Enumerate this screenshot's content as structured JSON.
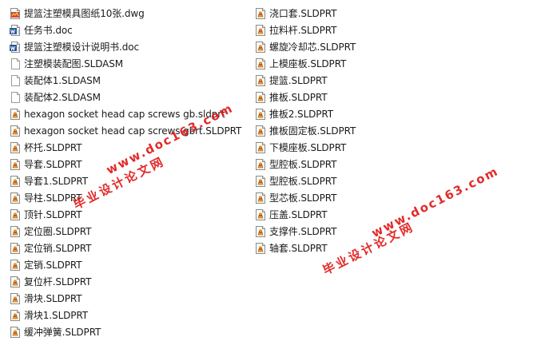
{
  "files_left": [
    {
      "name": "提篮注塑模具图纸10张.dwg",
      "icon": "dwg-file-icon"
    },
    {
      "name": "任务书.doc",
      "icon": "word-doc-icon"
    },
    {
      "name": "提篮注塑模设计说明书.doc",
      "icon": "word-doc-icon"
    },
    {
      "name": "注塑模装配图.SLDASM",
      "icon": "blank-file-icon"
    },
    {
      "name": "装配体1.SLDASM",
      "icon": "blank-file-icon"
    },
    {
      "name": "装配体2.SLDASM",
      "icon": "blank-file-icon"
    },
    {
      "name": "hexagon socket head cap screws gb.sldprt",
      "icon": "sldprt-file-icon"
    },
    {
      "name": "hexagon socket head cap screws gbrt.SLDPRT",
      "icon": "sldprt-file-icon"
    },
    {
      "name": "杯托.SLDPRT",
      "icon": "sldprt-file-icon"
    },
    {
      "name": "导套.SLDPRT",
      "icon": "sldprt-file-icon"
    },
    {
      "name": "导套1.SLDPRT",
      "icon": "sldprt-file-icon"
    },
    {
      "name": "导柱.SLDPRT",
      "icon": "sldprt-file-icon"
    },
    {
      "name": "顶针.SLDPRT",
      "icon": "sldprt-file-icon"
    },
    {
      "name": "定位圈.SLDPRT",
      "icon": "sldprt-file-icon"
    },
    {
      "name": "定位销.SLDPRT",
      "icon": "sldprt-file-icon"
    },
    {
      "name": "定销.SLDPRT",
      "icon": "sldprt-file-icon"
    },
    {
      "name": "复位杆.SLDPRT",
      "icon": "sldprt-file-icon"
    },
    {
      "name": "滑块.SLDPRT",
      "icon": "sldprt-file-icon"
    },
    {
      "name": "滑块1.SLDPRT",
      "icon": "sldprt-file-icon"
    },
    {
      "name": "缓冲弹簧.SLDPRT",
      "icon": "sldprt-file-icon"
    }
  ],
  "files_right": [
    {
      "name": "浇口套.SLDPRT",
      "icon": "sldprt-file-icon"
    },
    {
      "name": "拉料杆.SLDPRT",
      "icon": "sldprt-file-icon"
    },
    {
      "name": "螺旋冷却芯.SLDPRT",
      "icon": "sldprt-file-icon"
    },
    {
      "name": "上模座板.SLDPRT",
      "icon": "sldprt-file-icon"
    },
    {
      "name": "提篮.SLDPRT",
      "icon": "sldprt-file-icon"
    },
    {
      "name": "推板.SLDPRT",
      "icon": "sldprt-file-icon"
    },
    {
      "name": "推板2.SLDPRT",
      "icon": "sldprt-file-icon"
    },
    {
      "name": "推板固定板.SLDPRT",
      "icon": "sldprt-file-icon"
    },
    {
      "name": "下模座板.SLDPRT",
      "icon": "sldprt-file-icon"
    },
    {
      "name": "型腔板.SLDPRT",
      "icon": "sldprt-file-icon"
    },
    {
      "name": "型腔板.SLDPRT",
      "icon": "sldprt-file-icon"
    },
    {
      "name": "型芯板.SLDPRT",
      "icon": "sldprt-file-icon"
    },
    {
      "name": "压盖.SLDPRT",
      "icon": "sldprt-file-icon"
    },
    {
      "name": "支撑件.SLDPRT",
      "icon": "sldprt-file-icon"
    },
    {
      "name": "轴套.SLDPRT",
      "icon": "sldprt-file-icon"
    }
  ],
  "watermarks": {
    "url_1": "www.doc163.com",
    "cn_1": "毕业设计论文网",
    "url_2": "www.doc163.com",
    "cn_2": "毕业设计论文网",
    "color": "#e01818"
  }
}
